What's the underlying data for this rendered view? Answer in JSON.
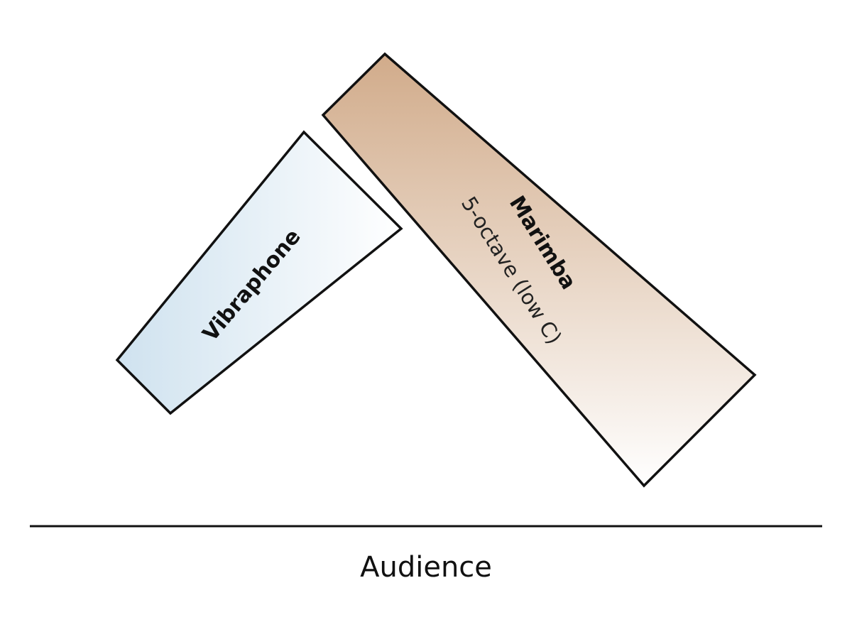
{
  "diagram": {
    "vibraphone": {
      "label": "Vibraphone",
      "fill_start": "#cfe2ef",
      "fill_end": "#ffffff"
    },
    "marimba": {
      "label": "Marimba",
      "detail": "5-octave (low C)",
      "fill_start": "#d1ab8a",
      "fill_end": "#ffffff"
    },
    "audience": {
      "label": "Audience"
    },
    "outline_color": "#111111"
  }
}
